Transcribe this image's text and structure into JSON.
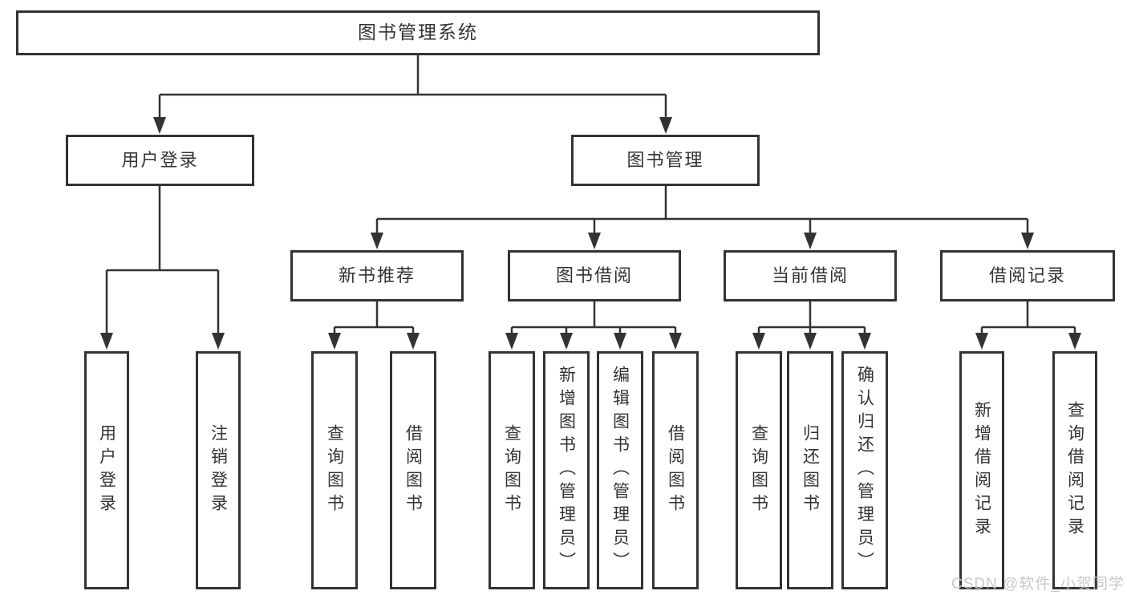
{
  "title": "图书管理系统",
  "watermark": "CSDN @软件_小贺同学",
  "colors": {
    "line": "#333333",
    "box_border": "#333333",
    "box_background": "#ffffff",
    "text": "#333333",
    "watermark": "#c6c6c6"
  },
  "nodes": {
    "root": {
      "label": "图书管理系统"
    },
    "level2": [
      {
        "label": "用户登录"
      },
      {
        "label": "图书管理"
      }
    ],
    "level3": [
      {
        "label": "新书推荐",
        "parent": "图书管理"
      },
      {
        "label": "图书借阅",
        "parent": "图书管理"
      },
      {
        "label": "当前借阅",
        "parent": "图书管理"
      },
      {
        "label": "借阅记录",
        "parent": "图书管理"
      }
    ],
    "leaves": [
      {
        "label": "用户登录",
        "parent": "用户登录"
      },
      {
        "label": "注销登录",
        "parent": "用户登录"
      },
      {
        "label": "查询图书",
        "parent": "新书推荐"
      },
      {
        "label": "借阅图书",
        "parent": "新书推荐"
      },
      {
        "label": "查询图书",
        "parent": "图书借阅"
      },
      {
        "label": "新增图书（管理员）",
        "parent": "图书借阅"
      },
      {
        "label": "编辑图书（管理员）",
        "parent": "图书借阅"
      },
      {
        "label": "借阅图书",
        "parent": "图书借阅"
      },
      {
        "label": "查询图书",
        "parent": "当前借阅"
      },
      {
        "label": "归还图书",
        "parent": "当前借阅"
      },
      {
        "label": "确认归还（管理员）",
        "parent": "当前借阅"
      },
      {
        "label": "新增借阅记录",
        "parent": "借阅记录"
      },
      {
        "label": "查询借阅记录",
        "parent": "借阅记录"
      }
    ]
  }
}
